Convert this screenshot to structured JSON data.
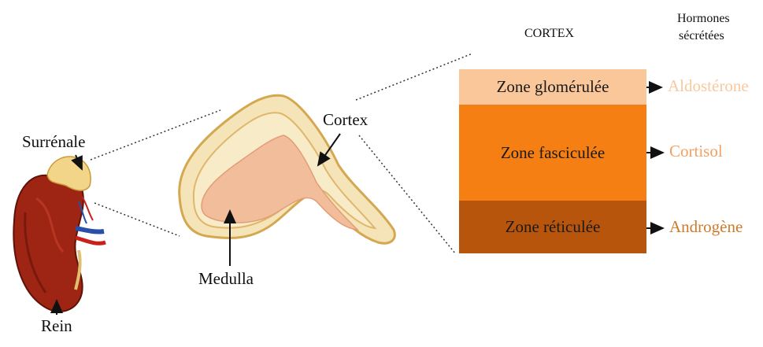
{
  "labels": {
    "surrenale": "Surrénale",
    "rein": "Rein",
    "medulla": "Medulla",
    "cortex_pointer": "Cortex",
    "cortex_heading": "CORTEX",
    "hormones_heading_line1": "Hormones",
    "hormones_heading_line2": "sécrétées"
  },
  "zones": [
    {
      "name": "Zone glomérulée",
      "hormone": "Aldostérone",
      "zone_color": "#f9c79a",
      "hormone_color": "#f7c9a0"
    },
    {
      "name": "Zone fasciculée",
      "hormone": "Cortisol",
      "zone_color": "#f57f12",
      "hormone_color": "#f3a060"
    },
    {
      "name": "Zone réticulée",
      "hormone": "Androgène",
      "zone_color": "#b8550c",
      "hormone_color": "#d07a2a"
    }
  ]
}
